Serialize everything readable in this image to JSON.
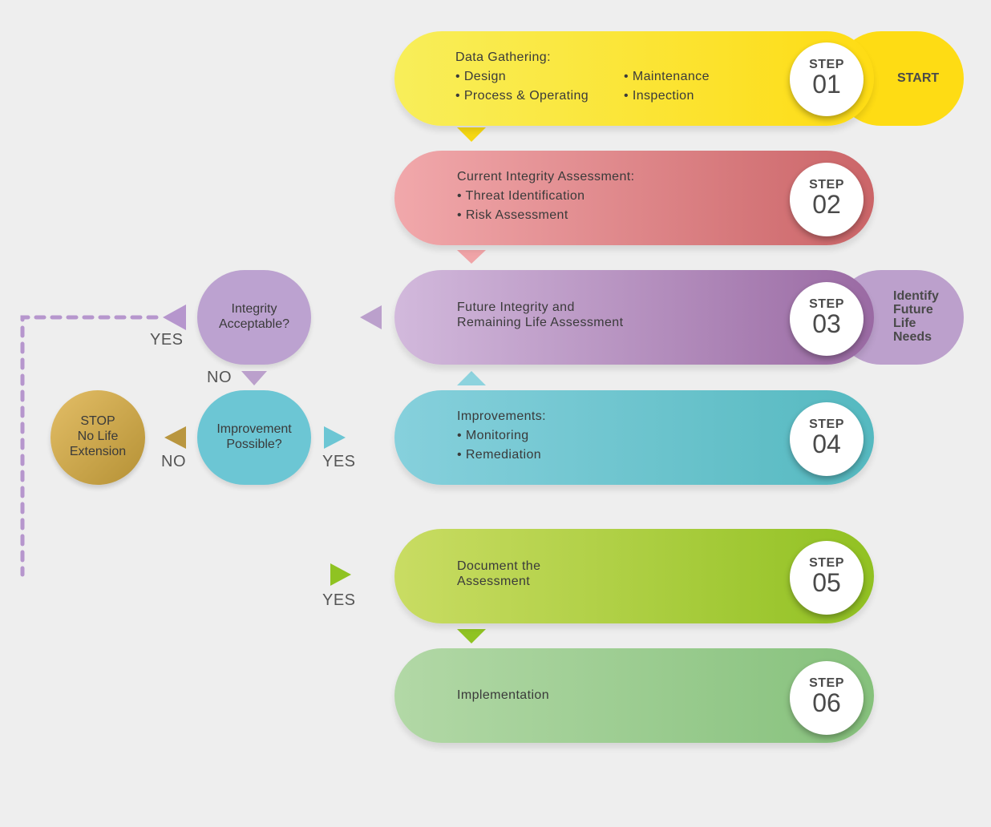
{
  "steps": [
    {
      "step_label": "STEP",
      "number": "01",
      "title": "Data Gathering:",
      "items_left": [
        "• Design",
        "• Process & Operating"
      ],
      "items_right": [
        "• Maintenance",
        "• Inspection"
      ],
      "side_label": "START"
    },
    {
      "step_label": "STEP",
      "number": "02",
      "title": "Current Integrity Assessment:",
      "items": [
        "• Threat Identification",
        "• Risk Assessment"
      ]
    },
    {
      "step_label": "STEP",
      "number": "03",
      "title_lines": [
        "Future Integrity and",
        "Remaining Life Assessment"
      ],
      "side_label_lines": [
        "Identify",
        "Future",
        "Life",
        "Needs"
      ]
    },
    {
      "step_label": "STEP",
      "number": "04",
      "title": "Improvements:",
      "items": [
        "• Monitoring",
        "• Remediation"
      ]
    },
    {
      "step_label": "STEP",
      "number": "05",
      "title_lines": [
        "Document the",
        "Assessment"
      ]
    },
    {
      "step_label": "STEP",
      "number": "06",
      "title": "Implementation"
    }
  ],
  "decisions": {
    "integrity": {
      "lines": [
        "Integrity",
        "Acceptable?"
      ],
      "yes": "YES",
      "no": "NO"
    },
    "improvement": {
      "lines": [
        "Improvement",
        "Possible?"
      ],
      "yes": "YES",
      "no": "NO"
    },
    "stop": {
      "lines": [
        "STOP",
        "No Life",
        "Extension"
      ]
    },
    "document_yes": "YES"
  },
  "colors": {
    "step1": [
      "#f8ee5a",
      "#fedc14"
    ],
    "step2": [
      "#f1a8ab",
      "#cb6568"
    ],
    "step3": [
      "#d2b9dc",
      "#9a6aa3"
    ],
    "step4": [
      "#86d0dc",
      "#55b9c0"
    ],
    "step5": [
      "#c9dc63",
      "#91c122"
    ],
    "step6": [
      "#b2d8a6",
      "#86c17c"
    ],
    "start_pill": "#fedc14",
    "needs_pill": "#bca0cc",
    "integrity_circle": "#bca2d0",
    "improvement_circle": "#6cc6d4",
    "stop_circle": [
      "#e3be67",
      "#b59135"
    ],
    "dashed_line_start": "#b696cd",
    "dashed_line_end": "#9fce2e"
  }
}
